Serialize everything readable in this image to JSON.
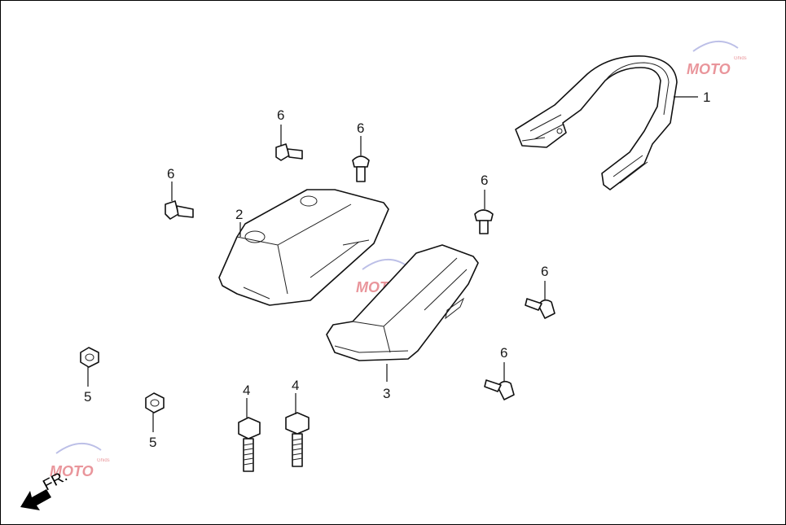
{
  "diagram": {
    "callouts": [
      {
        "id": "callout-1",
        "label": "1"
      },
      {
        "id": "callout-2",
        "label": "2"
      },
      {
        "id": "callout-3",
        "label": "3"
      },
      {
        "id": "callout-4a",
        "label": "4"
      },
      {
        "id": "callout-4b",
        "label": "4"
      },
      {
        "id": "callout-5a",
        "label": "5"
      },
      {
        "id": "callout-5b",
        "label": "5"
      },
      {
        "id": "callout-6a",
        "label": "6"
      },
      {
        "id": "callout-6b",
        "label": "6"
      },
      {
        "id": "callout-6c",
        "label": "6"
      },
      {
        "id": "callout-6d",
        "label": "6"
      },
      {
        "id": "callout-6e",
        "label": "6"
      },
      {
        "id": "callout-6f",
        "label": "6"
      },
      {
        "id": "callout-6g",
        "label": "6"
      }
    ],
    "direction_label": "FR.",
    "watermark": {
      "text": "MOTO",
      "subtext": "Ghids"
    }
  },
  "colors": {
    "line": "#111111",
    "background": "#ffffff",
    "watermark": "#d8404a"
  }
}
